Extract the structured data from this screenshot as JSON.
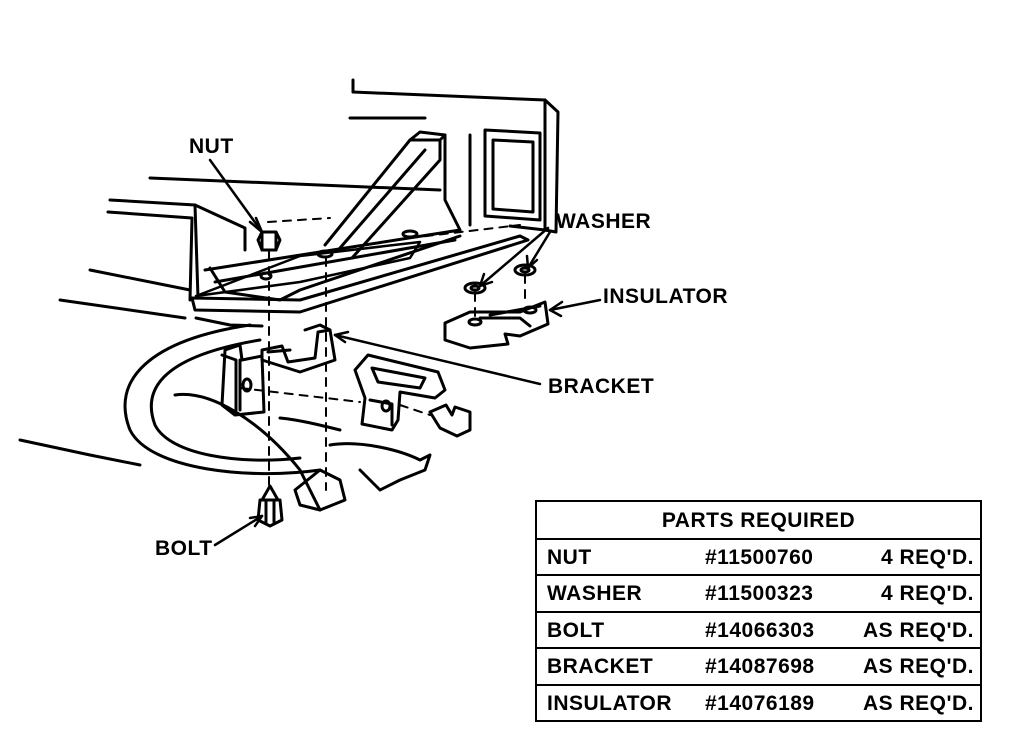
{
  "callouts": {
    "nut": "NUT",
    "washer": "WASHER",
    "insulator": "INSULATOR",
    "bracket": "BRACKET",
    "bolt": "BOLT"
  },
  "parts_table": {
    "title": "PARTS REQUIRED",
    "rows": [
      {
        "name": "NUT",
        "number": "#11500760",
        "qty": "4 REQ'D."
      },
      {
        "name": "WASHER",
        "number": "#11500323",
        "qty": "4 REQ'D."
      },
      {
        "name": "BOLT",
        "number": "#14066303",
        "qty": "AS REQ'D."
      },
      {
        "name": "BRACKET",
        "number": "#14087698",
        "qty": "AS REQ'D."
      },
      {
        "name": "INSULATOR",
        "number": "#14076189",
        "qty": "AS REQ'D."
      }
    ]
  }
}
